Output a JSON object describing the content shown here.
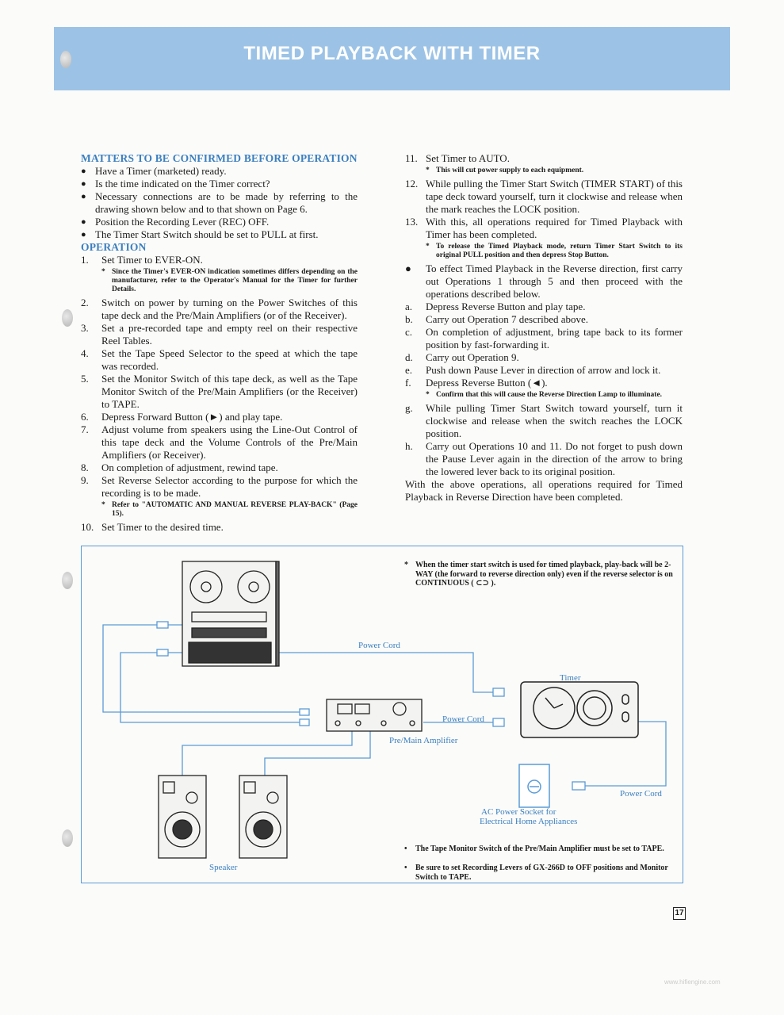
{
  "banner": {
    "title": "TIMED PLAYBACK WITH TIMER"
  },
  "left": {
    "heading1": "MATTERS TO BE CONFIRMED BEFORE OPERATION",
    "bullets": [
      "Have a Timer (marketed) ready.",
      "Is the time indicated on the Timer correct?",
      "Necessary connections are to be made by referring to the drawing shown below and to that shown on Page 6.",
      "Position the Recording Lever (REC) OFF.",
      "The Timer Start Switch should be set to PULL at first."
    ],
    "heading2": "OPERATION",
    "steps": [
      {
        "num": "1.",
        "text": "Set Timer to EVER-ON.",
        "note": "Since the Timer's EVER-ON indication sometimes differs depending on the manufacturer, refer to the Operator's Manual for the Timer for further Details."
      },
      {
        "num": "2.",
        "text": "Switch on power by turning on the Power Switches of this tape deck and the Pre/Main Amplifiers (or of the Receiver)."
      },
      {
        "num": "3.",
        "text": "Set a pre-recorded tape and empty reel on their respective Reel Tables."
      },
      {
        "num": "4.",
        "text": "Set the Tape Speed Selector to the speed at which the tape was recorded."
      },
      {
        "num": "5.",
        "text": "Set the Monitor Switch of this tape deck, as well as the Tape Monitor Switch of the Pre/Main Amplifiers (or the Receiver) to TAPE."
      },
      {
        "num": "6.",
        "text": "Depress Forward Button (►) and play tape."
      },
      {
        "num": "7.",
        "text": "Adjust volume from speakers using the Line-Out Control of this tape deck and the Volume Controls of the Pre/Main Amplifiers (or Receiver)."
      },
      {
        "num": "8.",
        "text": "On completion of adjustment, rewind tape."
      },
      {
        "num": "9.",
        "text": "Set Reverse Selector according to the purpose for which the recording is to be made.",
        "note": "Refer to \"AUTOMATIC AND MANUAL REVERSE PLAY-BACK\" (Page 15)."
      },
      {
        "num": "10.",
        "text": "Set Timer to the desired time."
      }
    ]
  },
  "right": {
    "steps": [
      {
        "num": "11.",
        "text": "Set Timer to AUTO.",
        "note": "This will cut power supply to each equipment."
      },
      {
        "num": "12.",
        "text": "While pulling the Timer Start Switch (TIMER START) of this tape deck toward yourself, turn it clockwise and release when the mark reaches the LOCK position."
      },
      {
        "num": "13.",
        "text": "With this, all operations required for Timed Playback with Timer has been completed.",
        "note": "To release the Timed Playback mode, return Timer Start Switch to its original PULL position and then depress Stop Button."
      }
    ],
    "reverse_intro": "To effect Timed Playback in the Reverse direction, first carry out Operations 1 through 5 and then proceed with the operations described below.",
    "substeps": [
      {
        "num": "a.",
        "text": "Depress Reverse Button and play tape."
      },
      {
        "num": "b.",
        "text": "Carry out Operation 7 described above."
      },
      {
        "num": "c.",
        "text": "On completion of adjustment, bring tape back to its former position by fast-forwarding it."
      },
      {
        "num": "d.",
        "text": "Carry out Operation 9."
      },
      {
        "num": "e.",
        "text": "Push down Pause Lever in direction of arrow and lock it."
      },
      {
        "num": "f.",
        "text": "Depress Reverse Button (◄).",
        "note": "Confirm that this will cause the Reverse Direction Lamp to illuminate."
      },
      {
        "num": "g.",
        "text": "While pulling Timer Start Switch toward yourself, turn it clockwise and release when the switch reaches the LOCK position."
      },
      {
        "num": "h.",
        "text": "Carry out Operations 10 and 11. Do not forget to push down the Pause Lever again in the direction of the arrow to bring the lowered lever back to its original position."
      }
    ],
    "closing": "With the above operations, all operations required for Timed Playback in Reverse Direction have been completed."
  },
  "diagram": {
    "top_note": "When the timer start switch is used for timed playback, play-back will be 2-WAY (the forward to reverse direction only) even if the reverse selector is on CONTINUOUS ( ⊂⊃ ).",
    "labels": {
      "power_cord_1": "Power Cord",
      "timer": "Timer",
      "power_cord_2": "Power Cord",
      "amplifier": "Pre/Main Amplifier",
      "power_cord_3": "Power Cord",
      "socket_line1": "AC Power Socket for",
      "socket_line2": "Electrical Home Appliances",
      "speaker": "Speaker"
    },
    "bottom_notes": [
      "The Tape Monitor Switch of the Pre/Main Amplifier must be set to TAPE.",
      "Be sure to set Recording Levers of GX-266D to OFF positions and Monitor Switch to TAPE."
    ],
    "colors": {
      "line": "#5b9bd6",
      "ink": "#222222"
    }
  },
  "page_number": "17",
  "watermark": "www.hifiengine.com"
}
